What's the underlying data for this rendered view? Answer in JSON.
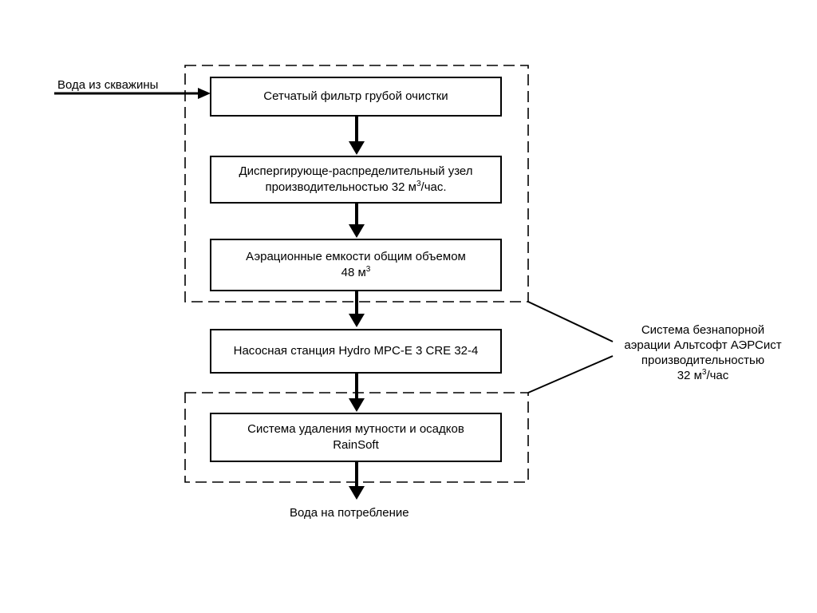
{
  "input_label": "Вода из скважины",
  "output_label": "Вода на потребление",
  "steps": [
    {
      "line1": "Сетчатый фильтр грубой очистки"
    },
    {
      "line1": "Диспергирующе-распределительный узел",
      "line2_pre": "производительностью 32 м",
      "line2_sup": "3",
      "line2_post": "/час."
    },
    {
      "line1": "Аэрационные емкости общим объемом",
      "line2_pre": "48 м",
      "line2_sup": "3"
    },
    {
      "line1": "Насосная станция Hydro MPC-E 3 CRE 32-4"
    },
    {
      "line1": "Система удаления мутности и осадков",
      "line2": "RainSoft"
    }
  ],
  "system_label": {
    "line1": "Система безнапорной",
    "line2": "аэрации Альтсофт АЭРСист",
    "line3": "производительностью",
    "line4_pre": "32 м",
    "line4_sup": "3",
    "line4_post": "/час"
  }
}
